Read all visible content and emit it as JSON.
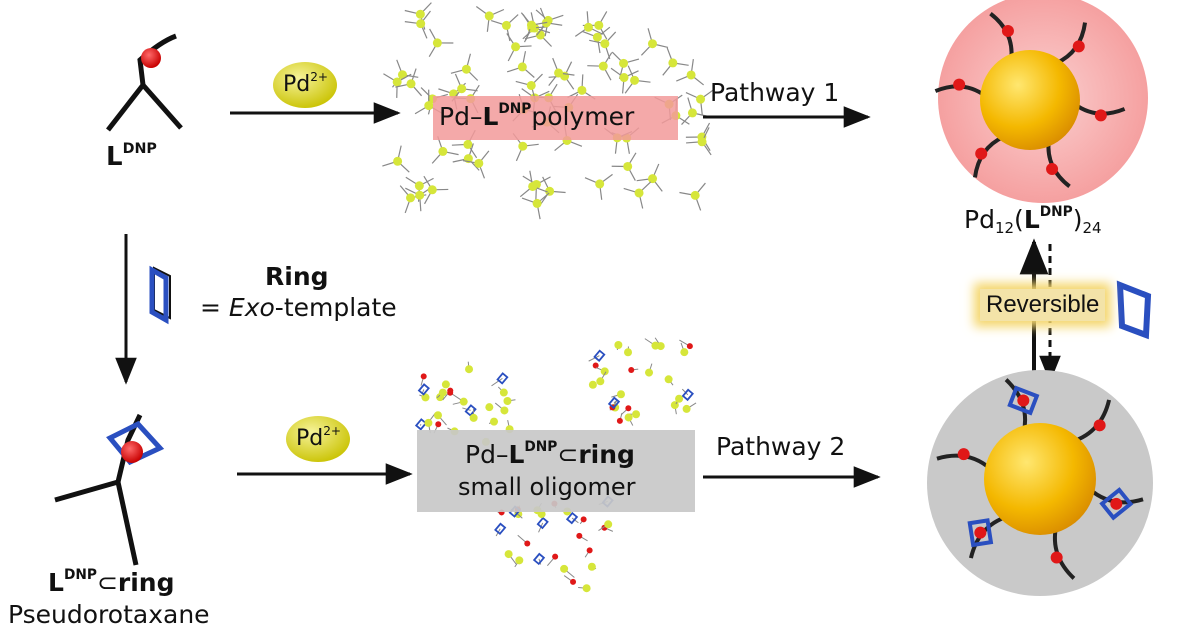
{
  "ligand": {
    "symbol": "L",
    "superscript": "DNP"
  },
  "pd_ion": {
    "text": "Pd",
    "charge": "2+"
  },
  "polymer_box": {
    "prefix": "Pd–",
    "ligand": "L",
    "ligand_sup": "DNP",
    "suffix": "polymer"
  },
  "pathway1": "Pathway 1",
  "pathway2": "Pathway 2",
  "cage_top": {
    "pd": "Pd",
    "pd_count": "12",
    "open": "(",
    "ligand": "L",
    "ligand_sup": "DNP",
    "close": ")",
    "ligand_count": "24"
  },
  "ring_note": {
    "title": "Ring",
    "equals": "= ",
    "italic": "Exo",
    "rest": "-template"
  },
  "reversible": "Reversible",
  "oligomer_box": {
    "prefix": "Pd–",
    "ligand": "L",
    "ligand_sup": "DNP",
    "subset": "⊂",
    "ring": "ring",
    "line2": "small oligomer"
  },
  "rotaxane": {
    "ligand": "L",
    "ligand_sup": "DNP",
    "subset": "⊂",
    "ring": "ring",
    "name": "Pseudorotaxane"
  },
  "colors": {
    "pd_yellow": "#e6e21c",
    "ion_red": "#e01818",
    "ring_blue": "#2a4fc0",
    "cage_top_halo": "#f7a6a6",
    "cage_bottom_halo": "#c9c9c9",
    "sphere_gold": "#f2b400",
    "polymer_box": "#f29a9a",
    "oligomer_box": "#c8c8c8"
  }
}
